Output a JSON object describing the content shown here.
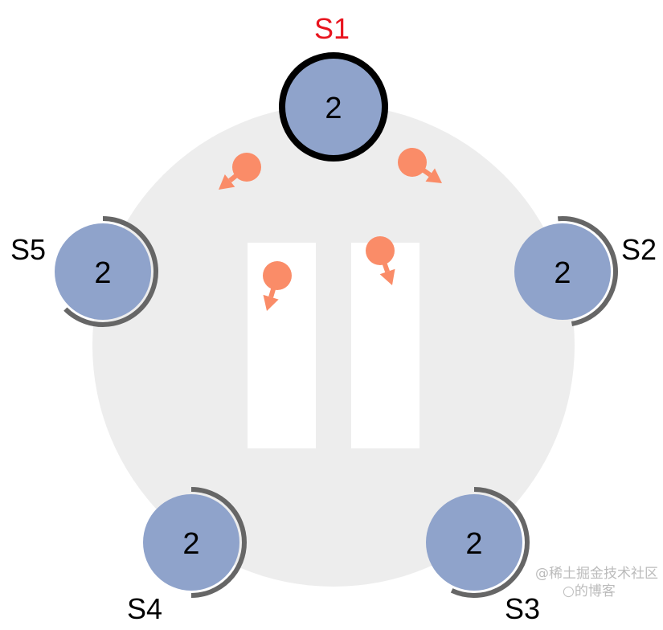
{
  "colors": {
    "cluster_bg": "#ededed",
    "node_fill": "#8fa3cb",
    "leader_ring": "#000000",
    "timer_arc": "#666666",
    "message": "#fa8c68",
    "leader_label": "#e8141e",
    "log_box": "#ffffff"
  },
  "nodes": [
    {
      "label": "S1",
      "term": "2",
      "role": "leader"
    },
    {
      "label": "S2",
      "term": "2",
      "role": "follower"
    },
    {
      "label": "S3",
      "term": "2",
      "role": "follower"
    },
    {
      "label": "S4",
      "term": "2",
      "role": "follower"
    },
    {
      "label": "S5",
      "term": "2",
      "role": "follower"
    }
  ],
  "watermark": "@稀土掘金技术社区 ○的博客"
}
